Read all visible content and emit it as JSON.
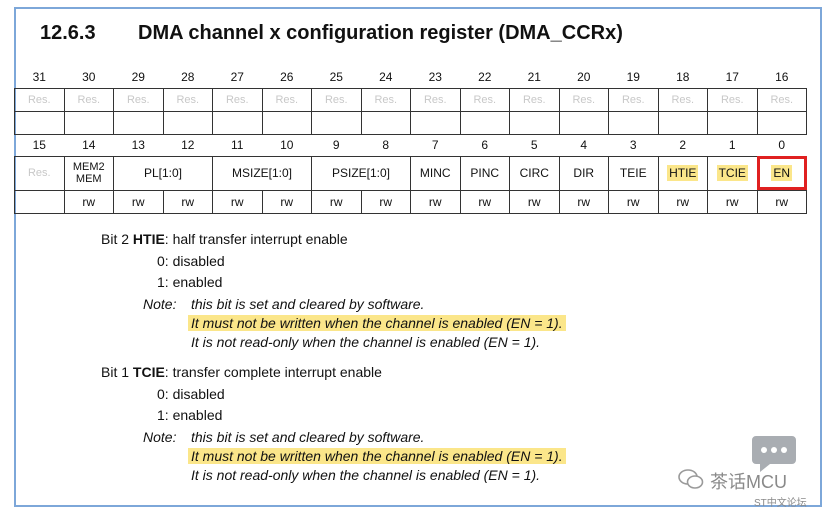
{
  "header": {
    "section": "12.6.3",
    "title": "DMA channel x configuration register (DMA_CCRx)"
  },
  "upper": {
    "bits": [
      "31",
      "30",
      "29",
      "28",
      "27",
      "26",
      "25",
      "24",
      "23",
      "22",
      "21",
      "20",
      "19",
      "18",
      "17",
      "16"
    ],
    "fields": [
      "Res.",
      "Res.",
      "Res.",
      "Res.",
      "Res.",
      "Res.",
      "Res.",
      "Res.",
      "Res.",
      "Res.",
      "Res.",
      "Res.",
      "Res.",
      "Res.",
      "Res.",
      "Res."
    ]
  },
  "lower": {
    "bits": [
      "15",
      "14",
      "13",
      "12",
      "11",
      "10",
      "9",
      "8",
      "7",
      "6",
      "5",
      "4",
      "3",
      "2",
      "1",
      "0"
    ],
    "res": "Res.",
    "mem2mem_a": "MEM2",
    "mem2mem_b": "MEM",
    "pl": "PL[1:0]",
    "msize": "MSIZE[1:0]",
    "psize": "PSIZE[1:0]",
    "minc": "MINC",
    "pinc": "PINC",
    "circ": "CIRC",
    "dir": "DIR",
    "teie": "TEIE",
    "htie": "HTIE",
    "tcie": "TCIE",
    "en": "EN",
    "access": [
      "rw",
      "rw",
      "rw",
      "rw",
      "rw",
      "rw",
      "rw",
      "rw",
      "rw",
      "rw",
      "rw",
      "rw",
      "rw",
      "rw",
      "rw"
    ]
  },
  "bit2": {
    "prefix": "Bit 2",
    "name": "HTIE",
    "desc": ": half transfer interrupt enable",
    "v0": "0: disabled",
    "v1": "1: enabled",
    "note_label": "Note:",
    "note1": "this bit is set and cleared by software.",
    "note2": "It must not be written when the channel is enabled (EN = 1).",
    "note3": "It is not read-only when the channel is enabled (EN = 1)."
  },
  "bit1": {
    "prefix": "Bit 1",
    "name": "TCIE",
    "desc": ": transfer complete interrupt enable",
    "v0": "0: disabled",
    "v1": "1: enabled",
    "note_label": "Note:",
    "note1": "this bit is set and cleared by software.",
    "note2": "It must not be written when the channel is enabled (EN = 1).",
    "note3": "It is not read-only when the channel is enabled (EN = 1)."
  },
  "watermark": {
    "text": "茶话MCU",
    "sub": "ST中文论坛"
  },
  "colors": {
    "highlight": "#fbe68a",
    "en_box": "#e02020",
    "frame": "#7da7d9"
  }
}
